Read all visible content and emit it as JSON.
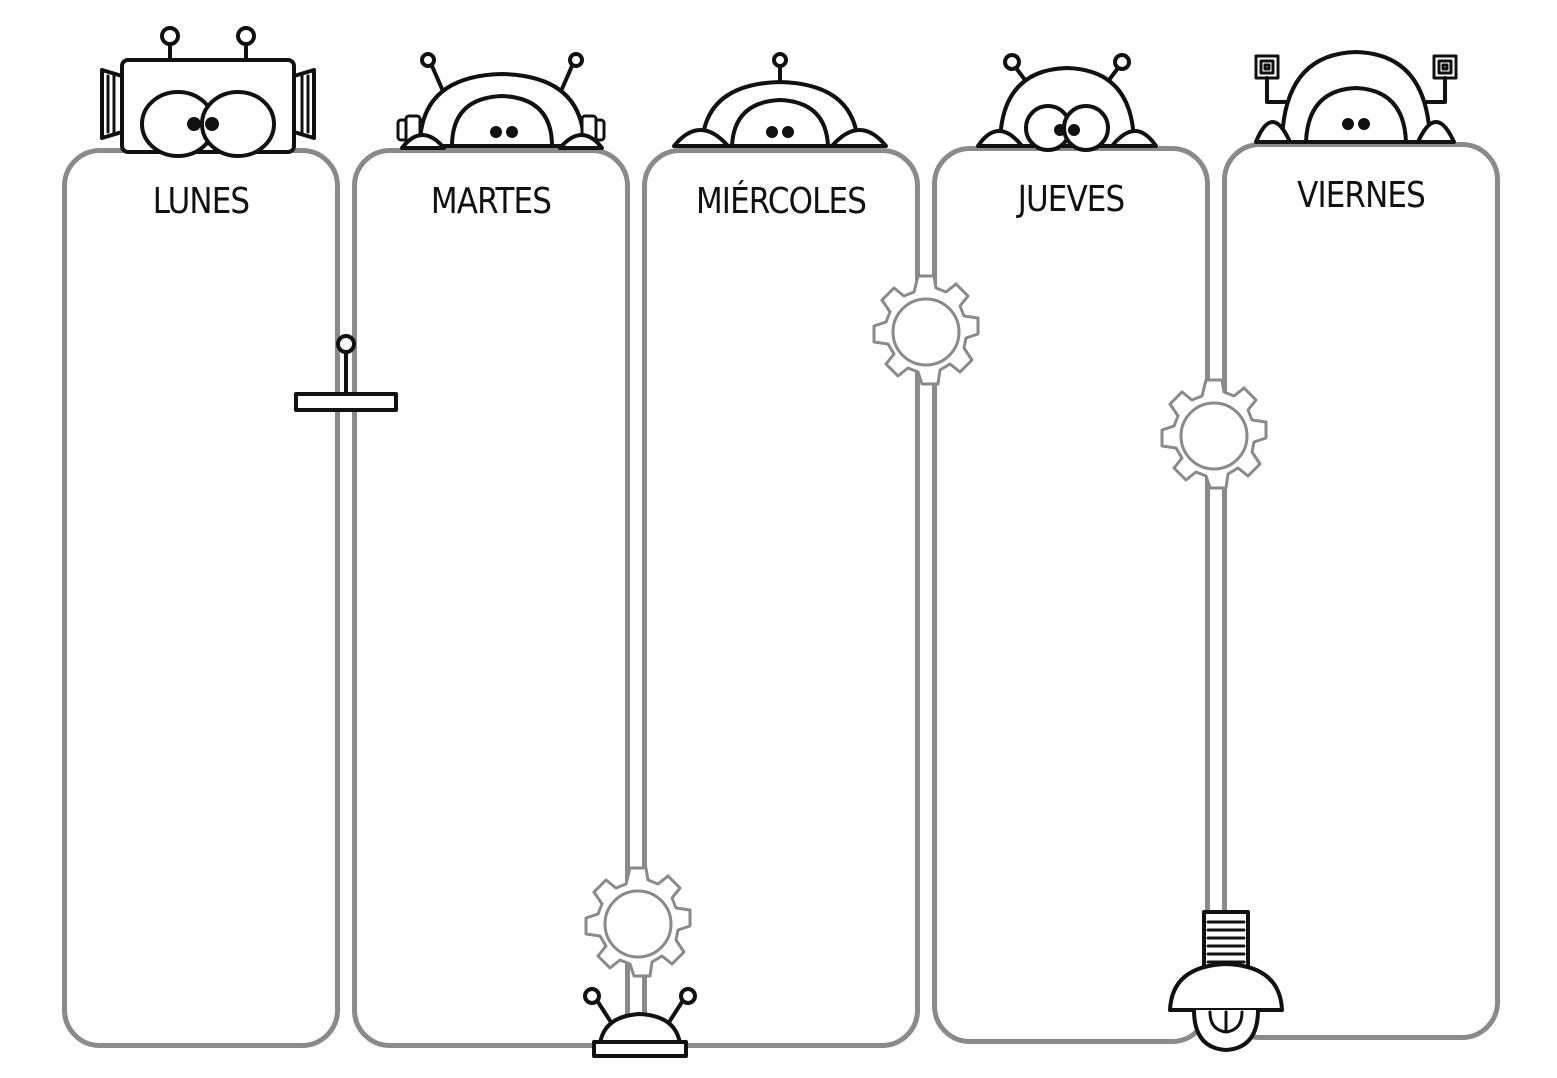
{
  "planner": {
    "days": [
      {
        "label": "LUNES"
      },
      {
        "label": "MARTES"
      },
      {
        "label": "MIÉRCOLES"
      },
      {
        "label": "JUEVES"
      },
      {
        "label": "VIERNES"
      }
    ]
  },
  "icons": {
    "robots": [
      "robot-square-head-icon",
      "robot-dome-head-icon",
      "robot-small-dome-icon",
      "robot-round-head-icon",
      "robot-spiral-antenna-icon"
    ],
    "decor": [
      "antenna-t-bar-icon",
      "gear-icon",
      "crown-antenna-icon",
      "light-bulb-icon"
    ]
  },
  "colors": {
    "frame": "#8a8a8a",
    "ink": "#111111",
    "background": "#ffffff"
  }
}
